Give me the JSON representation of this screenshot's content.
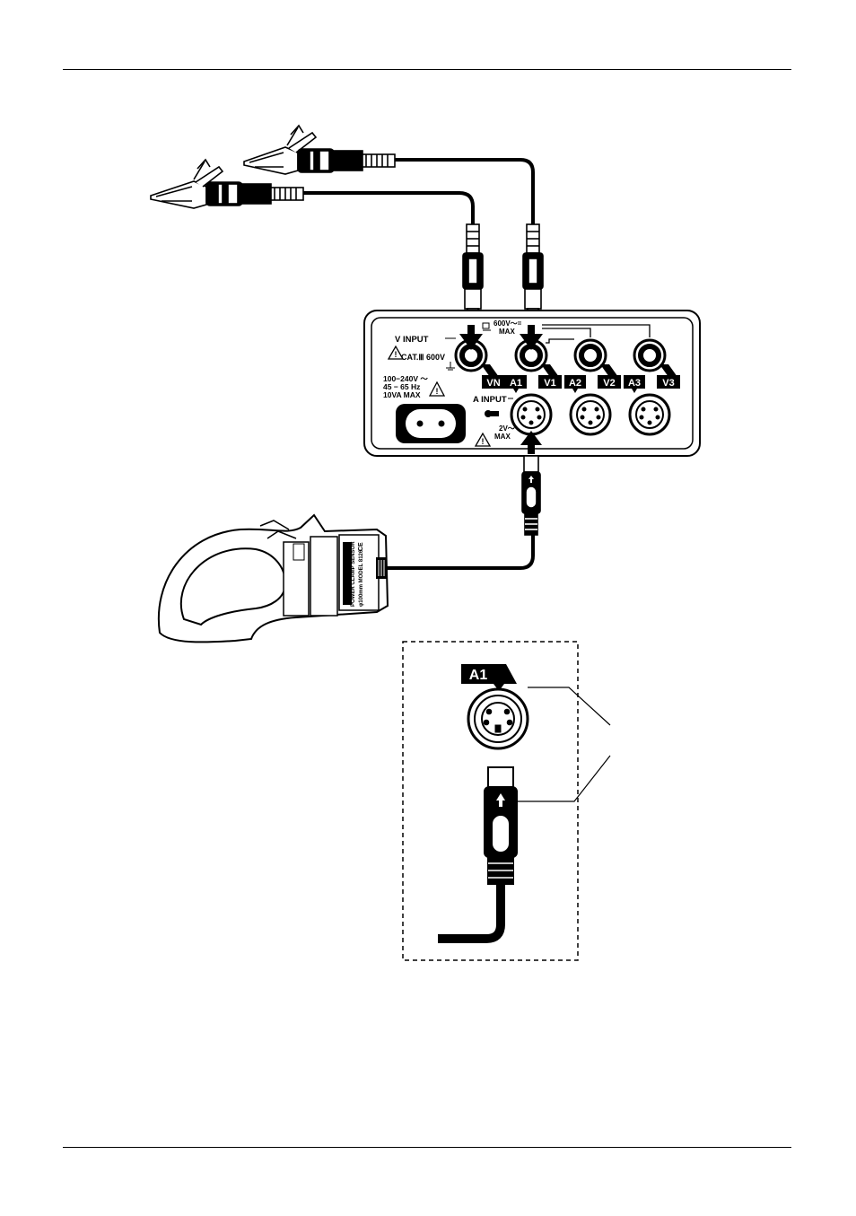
{
  "panel": {
    "v_input": "V INPUT",
    "cat": "CAT.Ⅲ 600V",
    "v_max_1": "600V～=",
    "v_max_2": "MAX",
    "power_1": "100−240V ～",
    "power_2": "45 − 65 Hz",
    "power_3": "10VA  MAX",
    "a_input": "A INPUT",
    "a_max_1": "2V～",
    "a_max_2": "MAX",
    "labels": [
      "VN",
      "A1",
      "V1",
      "A2",
      "V2",
      "A3",
      "V3"
    ]
  },
  "clamp": {
    "line_1": "POWER CLAMP SENSOR",
    "line_2": "φ100mm  MODEL 8126"
  },
  "detail": {
    "label": "A1"
  }
}
